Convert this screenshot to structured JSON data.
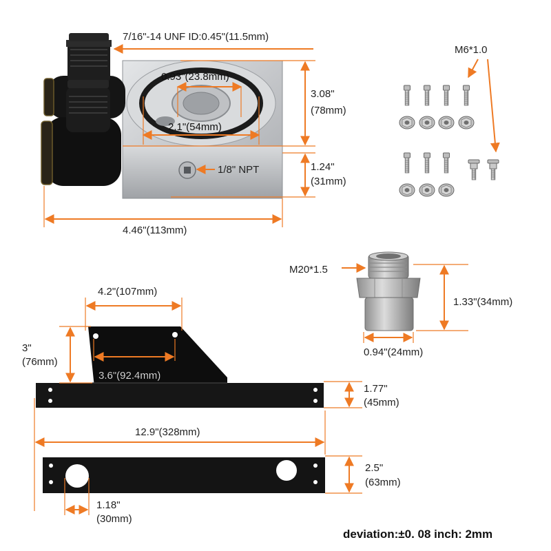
{
  "colors": {
    "accent": "#ee7a24",
    "aluminum": "#c9cbce",
    "anodized_black": "#141414",
    "steel": "#a9a9a9"
  },
  "filter_adapter": {
    "thread_label": "7/16\"-14 UNF   ID:0.45\"(11.5mm)",
    "inner_diameter_label": "0.93\"(23.8mm)",
    "seal_diameter_label": "2.1\"(54mm)",
    "height_label_in": "3.08\"",
    "height_label_mm": "(78mm)",
    "port_label": "1/8\" NPT",
    "thickness_label_in": "1.24\"",
    "thickness_label_mm": "(31mm)",
    "width_label": "4.46\"(113mm)"
  },
  "hardware": {
    "bolt_label": "M6*1.0",
    "fitting_thread_label": "M20*1.5",
    "fitting_height_label": "1.33\"(34mm)",
    "fitting_width_label": "0.94\"(24mm)"
  },
  "bracket": {
    "top_width_label": "4.2\"(107mm)",
    "hole_spacing_label": "3.6\"(92.4mm)",
    "height_label_in": "3\"",
    "height_label_mm": "(76mm)",
    "flange_height_label_in": "1.77\"",
    "flange_height_label_mm": "(45mm)",
    "length_label": "12.9\"(328mm)",
    "plate_height_label_in": "2.5\"",
    "plate_height_label_mm": "(63mm)",
    "hole_size_label_in": "1.18\"",
    "hole_size_label_mm": "(30mm)"
  },
  "footer": {
    "deviation_label": "deviation:±0. 08 inch: 2mm"
  }
}
